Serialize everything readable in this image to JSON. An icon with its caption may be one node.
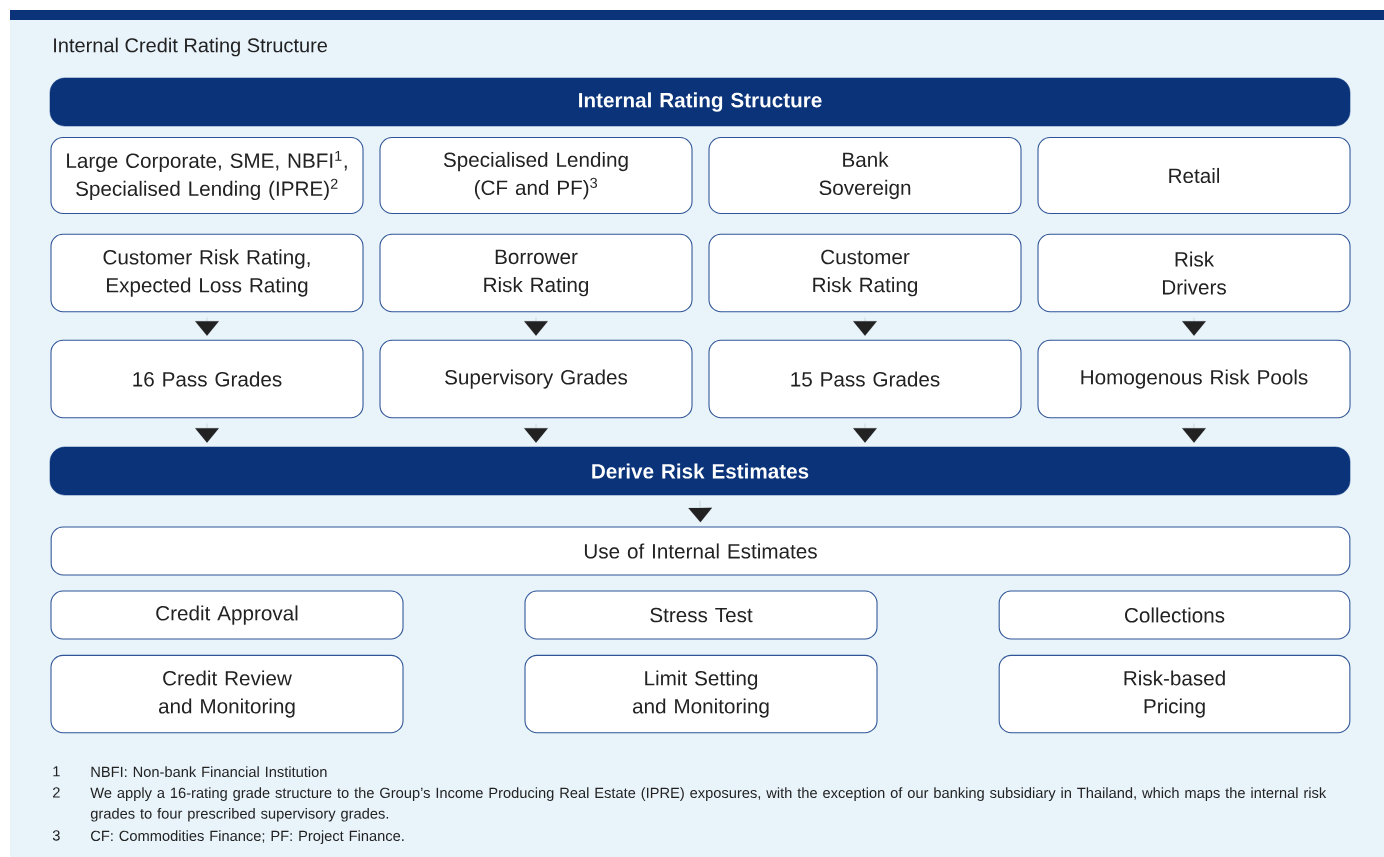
{
  "diagram": {
    "title": "Internal Credit Rating Structure",
    "nodes": [
      {
        "text": [
          "Internal Rating Structure"
        ]
      },
      {
        "text": [
          "Large Corporate, SME, NBFI$^{1}$, Specialised Lending (IPRE)$^{2}$"
        ]
      },
      {
        "text": [
          "Specialised Lending (CF and PF)$^{3}$"
        ]
      },
      {
        "text": [
          "Bank Sovereign"
        ]
      },
      {
        "text": [
          "Retail"
        ]
      },
      {
        "text": [
          "Customer Risk Rating, Expected Loss Rating"
        ]
      },
      {
        "text": [
          "Borrower Risk Rating"
        ]
      },
      {
        "text": [
          "Customer Risk Rating"
        ]
      },
      {
        "text": [
          "Risk Drivers"
        ]
      },
      {
        "text": [
          "16 Pass Grades"
        ]
      },
      {
        "text": [
          "Supervisory Grades"
        ]
      },
      {
        "text": [
          "15 Pass Grades"
        ]
      },
      {
        "text": [
          "Homogenous Risk Pools"
        ]
      },
      {
        "text": [
          "Derive Risk Estimates"
        ]
      },
      {
        "text": [
          "Use of Internal Estimates"
        ]
      },
      {
        "text": [
          "Credit Approval"
        ]
      },
      {
        "text": [
          "Stress Test"
        ]
      },
      {
        "text": [
          "Collections"
        ]
      },
      {
        "text": [
          "Credit Review and Monitoring"
        ]
      },
      {
        "text": [
          "Limit Setting and Monitoring"
        ]
      },
      {
        "text": [
          "Risk-based Pricing"
        ]
      }
    ],
    "edges": [
      {
        "from": 5,
        "to": 9,
        "arrow": "to"
      },
      {
        "from": 6,
        "to": 10,
        "arrow": "to"
      },
      {
        "from": 7,
        "to": 11,
        "arrow": "to"
      },
      {
        "from": 8,
        "to": 12,
        "arrow": "to"
      },
      {
        "from": 9,
        "to": 13,
        "arrow": "to"
      },
      {
        "from": 10,
        "to": 13,
        "arrow": "to"
      },
      {
        "from": 11,
        "to": 13,
        "arrow": "to"
      },
      {
        "from": 12,
        "to": 13,
        "arrow": "to"
      },
      {
        "from": 13,
        "to": 14,
        "arrow": "to"
      }
    ],
    "labels": [
      "1",
      "NBFI: Non-bank Financial Institution",
      "2",
      "We apply a 16-rating grade structure to the Group’s Income Producing Real Estate (IPRE) exposures, with the exception of our banking subsidiary in Thailand, which maps the internal risk grades to four prescribed supervisory grades.",
      "3",
      "CF: Commodities Finance; PF: Project Finance."
    ]
  }
}
